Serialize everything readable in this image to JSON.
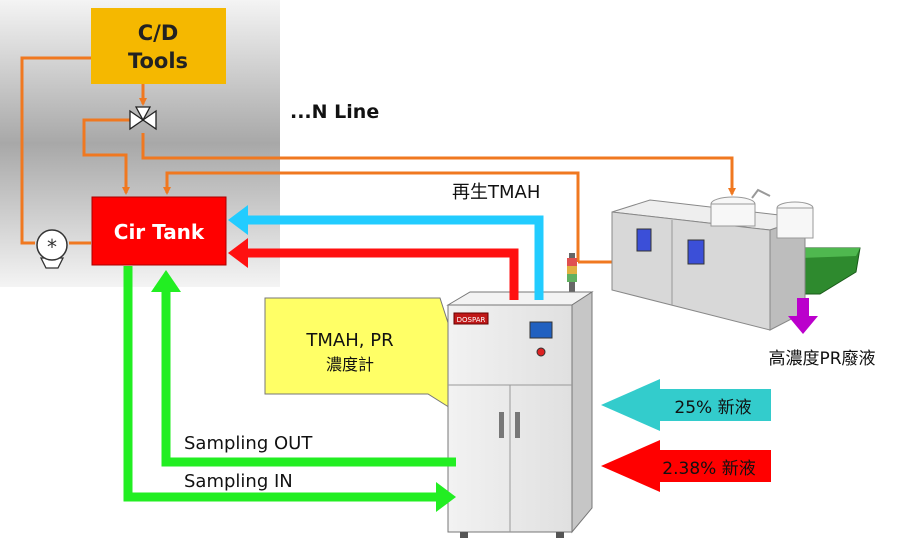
{
  "diagram": {
    "cd_tools": {
      "line1": "C/D",
      "line2": "Tools"
    },
    "n_line": "...N Line",
    "cir_tank": "Cir Tank",
    "pump_symbol": "*",
    "regen_tmah": "再生TMAH",
    "callout": {
      "line1": "TMAH, PR",
      "line2": "濃度計"
    },
    "analyzer_brand": "DOSPAR",
    "waste": "高濃度PR廢液",
    "fresh_25": "25% 新液",
    "fresh_238": "2.38% 新液",
    "sampling_out": "Sampling OUT",
    "sampling_in": "Sampling IN"
  },
  "colors": {
    "cd_tools": "#f5b800",
    "cir_tank": "#ff0000",
    "orange_line": "#f07820",
    "green_line": "#22ee22",
    "red_line": "#ff1010",
    "blue_line": "#22ccff",
    "cyan_arrow": "#33cccc",
    "red_arrow": "#ff0000",
    "purple_arrow": "#bb00cc",
    "callout": "#ffff66"
  }
}
